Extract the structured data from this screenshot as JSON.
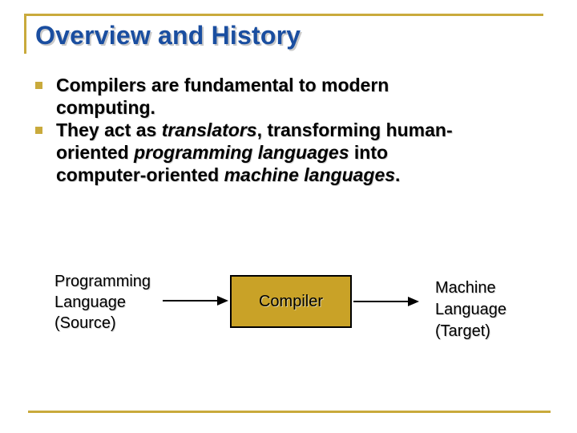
{
  "slide": {
    "title": "Overview and History",
    "bullets": [
      {
        "lines": [
          [
            {
              "t": "Compilers are fundamental to modern",
              "i": false
            }
          ],
          [
            {
              "t": "computing.",
              "i": false
            }
          ]
        ]
      },
      {
        "lines": [
          [
            {
              "t": "They act as ",
              "i": false
            },
            {
              "t": "translators",
              "i": true
            },
            {
              "t": ", transforming human-",
              "i": false
            }
          ],
          [
            {
              "t": "oriented ",
              "i": false
            },
            {
              "t": "programming languages",
              "i": true
            },
            {
              "t": " into",
              "i": false
            }
          ],
          [
            {
              "t": "computer-oriented ",
              "i": false
            },
            {
              "t": "machine languages",
              "i": true
            },
            {
              "t": ".",
              "i": false
            }
          ]
        ]
      }
    ],
    "diagram": {
      "source_lines": [
        "Programming",
        "Language",
        "(Source)"
      ],
      "compiler_label": "Compiler",
      "target_lines": [
        "Machine",
        "Language",
        "(Target)"
      ]
    },
    "colors": {
      "title": "#1a4ea0",
      "accent": "#c9aa3c",
      "box_fill": "#c9a227"
    },
    "icons": {
      "bullet_marker": "square-bullet-icon",
      "arrows": "arrow-right-icon"
    }
  }
}
